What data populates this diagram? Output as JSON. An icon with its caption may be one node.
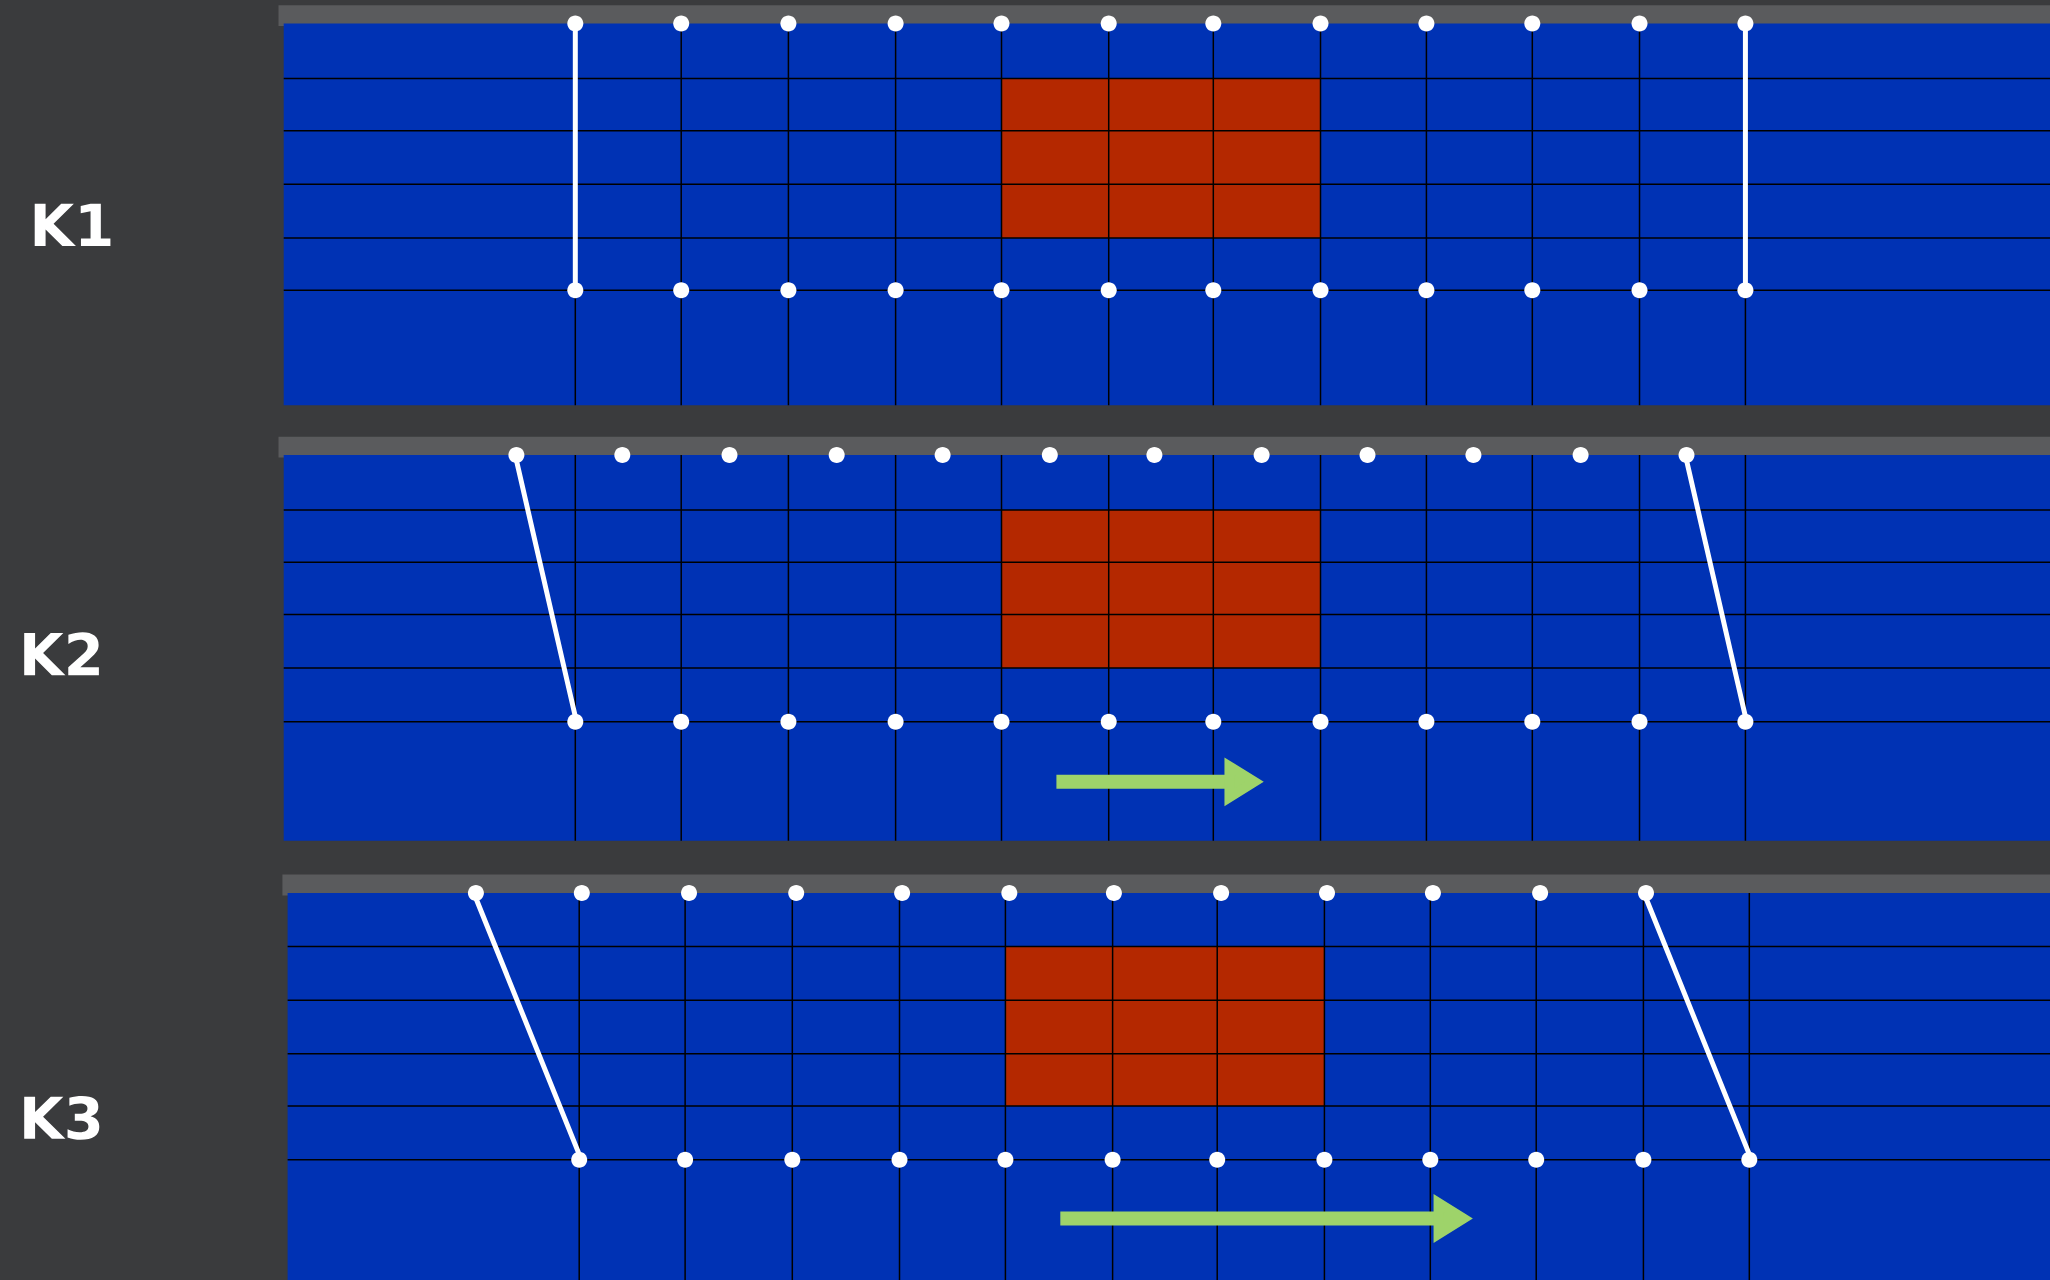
{
  "diagram": {
    "labels": [
      "K1",
      "K2",
      "K3"
    ]
  }
}
